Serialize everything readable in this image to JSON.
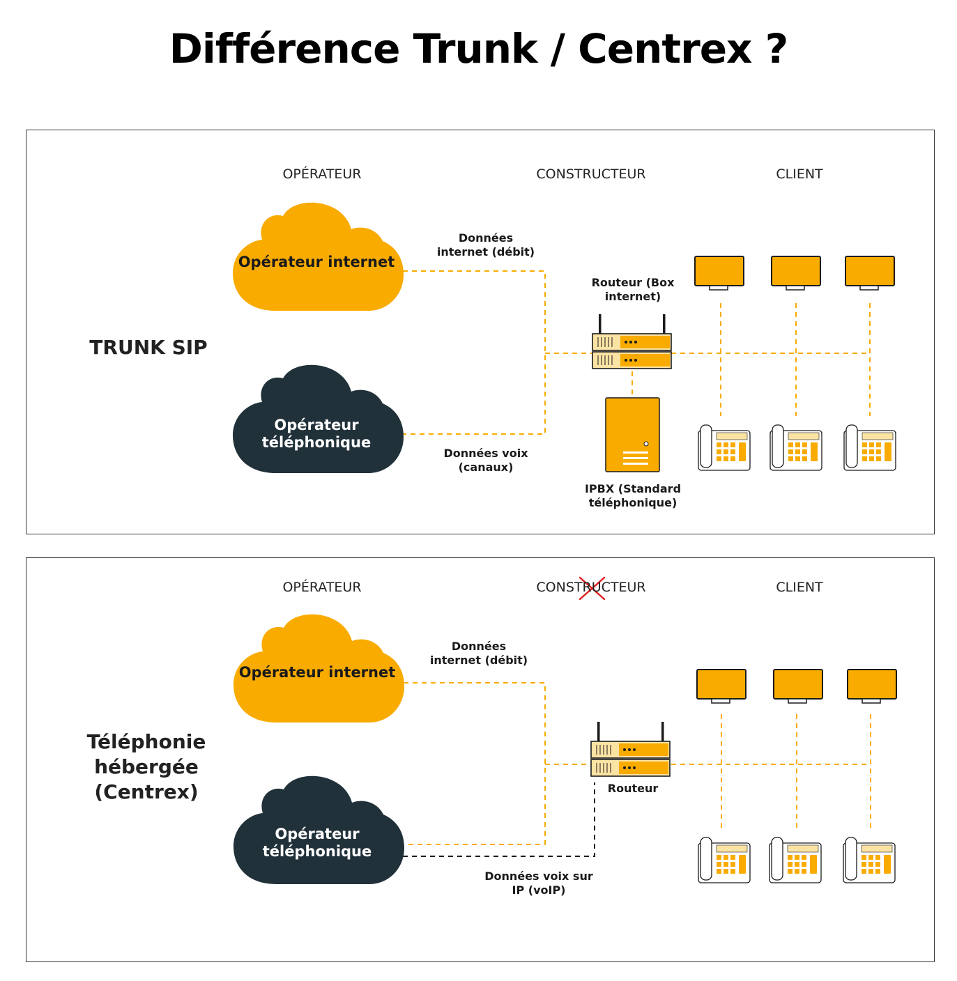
{
  "title": "Différence Trunk / Centrex ?",
  "colors": {
    "accent": "#f9ab00",
    "dark": "#21313a",
    "red": "#e02020",
    "light_panel": "#fbe3a4"
  },
  "panels": [
    {
      "columns": {
        "operator": "OPÉRATEUR",
        "manufacturer": "CONSTRUCTEUR",
        "client": "CLIENT"
      },
      "side_label": "TRUNK SIP",
      "internet_cloud": "Opérateur internet",
      "phone_cloud": "Opérateur téléphonique",
      "internet_data": "Données internet (débit)",
      "voice_data": "Données voix (canaux)",
      "router": "Routeur (Box internet)",
      "ipbx": "IPBX (Standard téléphonique)"
    },
    {
      "columns": {
        "operator": "OPÉRATEUR",
        "manufacturer": "CONSTRUCTEUR",
        "client": "CLIENT"
      },
      "manufacturer_crossed": true,
      "side_label": "Téléphonie hébergée (Centrex)",
      "internet_cloud": "Opérateur internet",
      "phone_cloud": "Opérateur téléphonique",
      "internet_data": "Données internet (débit)",
      "voip_data": "Données voix sur IP (voIP)",
      "router": "Routeur"
    }
  ],
  "icons": [
    "cloud-icon",
    "router-icon",
    "server-icon",
    "monitor-icon",
    "desk-phone-icon",
    "cross-icon"
  ]
}
